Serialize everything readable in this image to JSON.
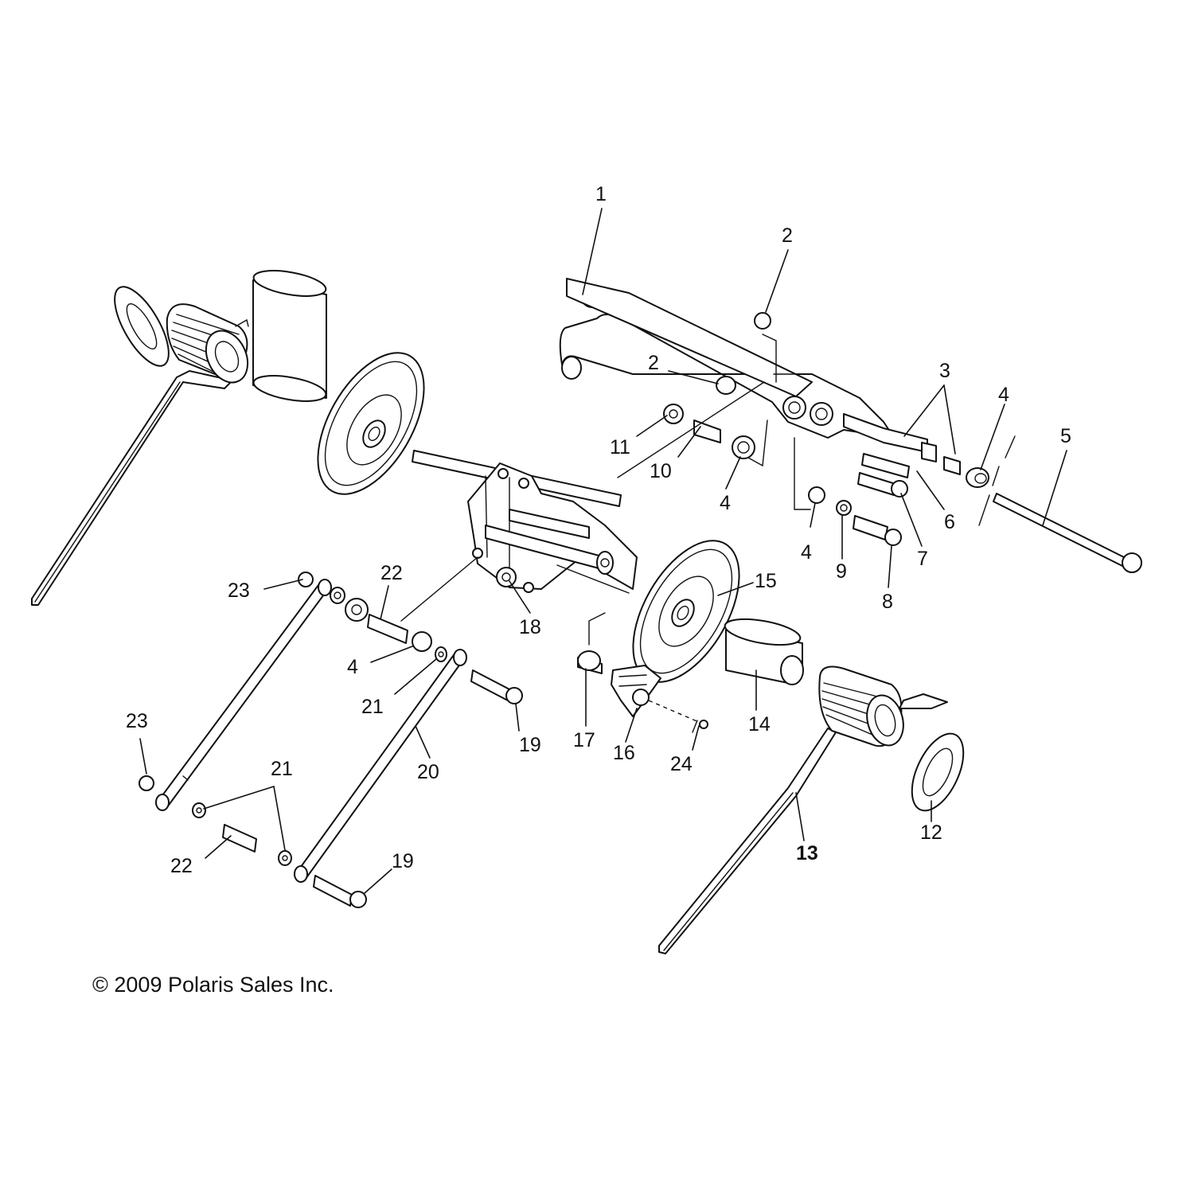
{
  "diagram": {
    "copyright": "© 2009 Polaris Sales Inc.",
    "callouts": [
      "1",
      "2",
      "2",
      "3",
      "4",
      "5",
      "11",
      "10",
      "4",
      "4",
      "9",
      "6",
      "7",
      "8",
      "23",
      "22",
      "18",
      "15",
      "4",
      "21",
      "17",
      "14",
      "16",
      "24",
      "19",
      "23",
      "20",
      "21",
      "12",
      "13",
      "22",
      "19"
    ]
  }
}
